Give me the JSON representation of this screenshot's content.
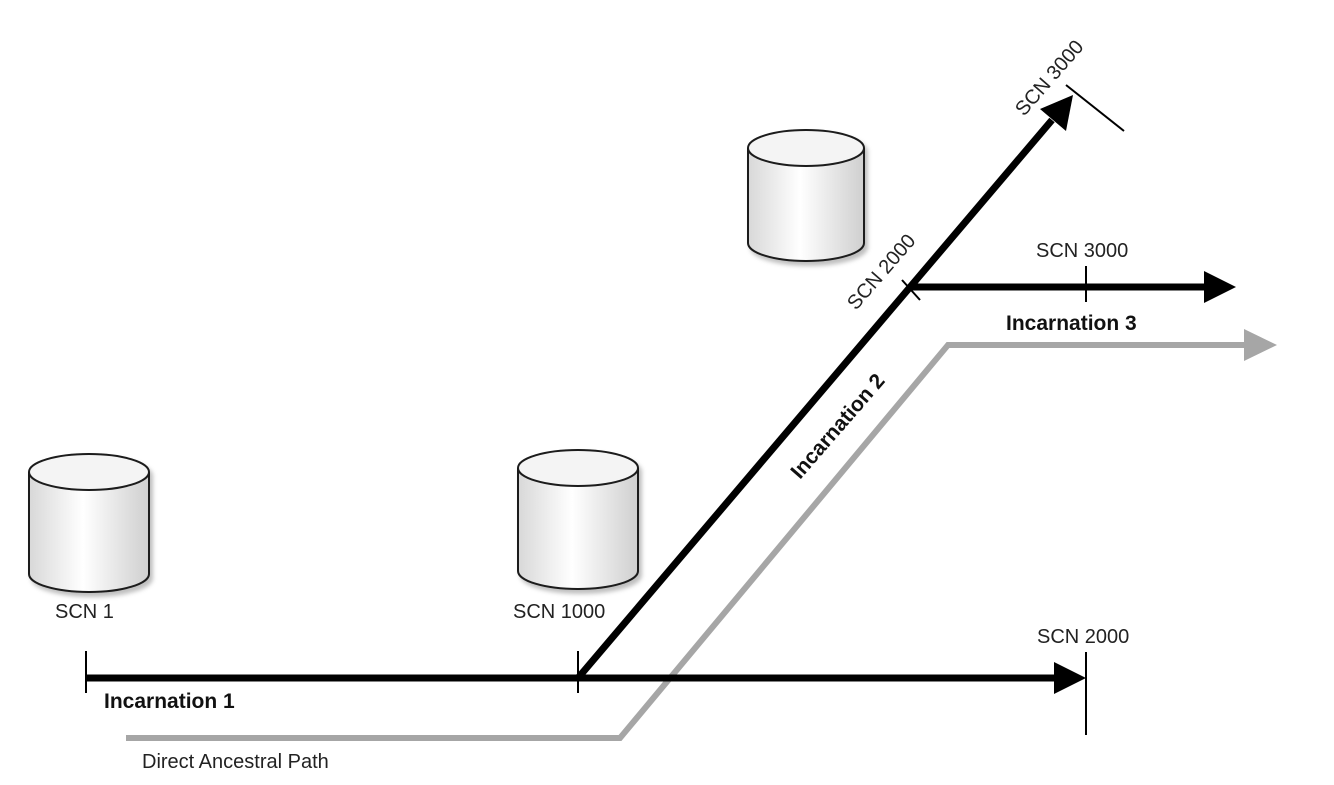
{
  "labels": {
    "scn_1": "SCN 1",
    "scn_1000": "SCN 1000",
    "scn_2000_inc1": "SCN 2000",
    "scn_2000_inc2": "SCN 2000",
    "scn_3000_inc2": "SCN 3000",
    "scn_3000_inc3": "SCN 3000",
    "incarnation_1": "Incarnation 1",
    "incarnation_2": "Incarnation 2",
    "incarnation_3": "Incarnation 3",
    "direct_ancestral_path": "Direct Ancestral Path"
  },
  "colors": {
    "timeline": "#000000",
    "ancestral_path": "#a6a6a6",
    "cylinder_fill": "#f0f0f0",
    "cylinder_stroke": "#1a1a1a"
  },
  "icons": [
    "database-icon"
  ]
}
